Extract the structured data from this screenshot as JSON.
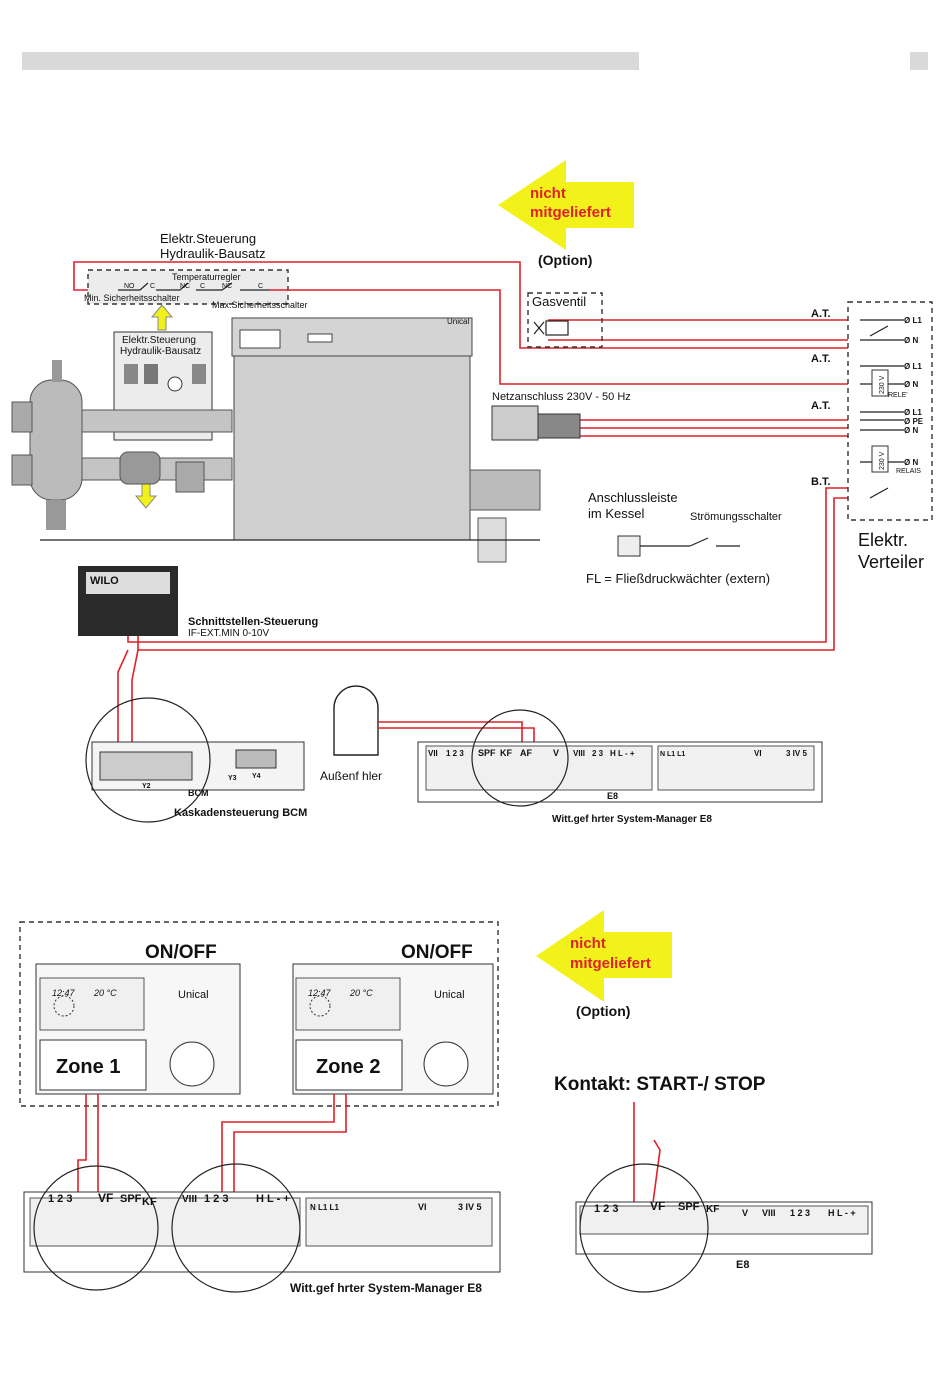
{
  "option_badge_top": {
    "line1": "nicht",
    "line2": "mitgeliefert",
    "option": "(Option)"
  },
  "option_badge_bottom": {
    "line1": "nicht",
    "line2": "mitgeliefert",
    "option": "(Option)"
  },
  "hydraulik": {
    "title_line1": "Elektr.Steuerung",
    "title_line2": "Hydraulik-Bausatz",
    "temperaturregler": "Temperaturregler",
    "min_label": "Min. Sicherheitsschalter",
    "max_label": "Max.Sicherheitsschalter",
    "contacts": [
      "NO",
      "C",
      "NC",
      "C",
      "NC",
      "C"
    ]
  },
  "box_hydraulik": {
    "line1": "Elektr.Steuerung",
    "line2": "Hydraulik-Bausatz"
  },
  "boiler": {
    "brand": "Unical"
  },
  "gasventil": "Gasventil",
  "netzanschluss": "Netzanschluss 230V - 50 Hz",
  "anschlussleiste": {
    "line1": "Anschlussleiste",
    "line2": "im Kessel"
  },
  "stroemungsschalter": "Strömungsschalter",
  "fl_note": "FL = Fließdruckwächter (extern)",
  "verteiler": {
    "title_line1": "Elektr.",
    "title_line2": "Verteiler",
    "terminals": [
      "Ø L1",
      "Ø N",
      "Ø L1",
      "Ø N",
      "Ø L1",
      "Ø PE",
      "Ø N",
      "Ø N"
    ],
    "at_labels": [
      "A.T.",
      "A.T.",
      "A.T."
    ],
    "bt_label": "B.T.",
    "relay1_label": "RELE'",
    "relay2_label": "RELAIS",
    "voltage": "230 V"
  },
  "wilo": {
    "brand": "WILO",
    "title": "Schnittstellen-Steuerung",
    "subtitle": "IF-EXT.MIN 0-10V"
  },
  "bcm": {
    "label": "BCM",
    "caption": "Kaskadensteuerung BCM",
    "y2": "Y2",
    "y4": "Y4",
    "y3": "Y3"
  },
  "aussenfuehler": "Außenf hler",
  "e8_top": {
    "label": "E8",
    "caption": "Witt.gef hrter System-Manager E8",
    "headers": [
      "VII",
      "1 2 3",
      "SPF",
      "KF",
      "AF",
      "V",
      "VIII",
      "2 3",
      "H L - +",
      "N L1 L1",
      "VI",
      "3 IV 5"
    ]
  },
  "zones": [
    {
      "title": "ON/OFF",
      "time": "12:47",
      "temp": "20 °C",
      "brand": "Unical",
      "name": "Zone 1"
    },
    {
      "title": "ON/OFF",
      "time": "12:47",
      "temp": "20 °C",
      "brand": "Unical",
      "name": "Zone 2"
    }
  ],
  "kontakt": "Kontakt: START-/ STOP",
  "e8_bottom_left": {
    "caption": "Witt.gef hrter System-Manager E8",
    "headers": [
      "1 2 3",
      "VF",
      "SPF",
      "KF",
      "VIII",
      "1 2 3",
      "H L - +",
      "N L1 L1",
      "VI",
      "3 IV 5"
    ]
  },
  "e8_bottom_right": {
    "label": "E8",
    "headers": [
      "1 2 3",
      "VF",
      "SPF",
      "KF",
      "V",
      "VIII",
      "1 2 3",
      "H L - +"
    ]
  },
  "colors": {
    "wire": "#e0202a",
    "arrow": "#f2f21a",
    "text_red": "#e0202a",
    "header_bar": "#d9d9d9"
  }
}
